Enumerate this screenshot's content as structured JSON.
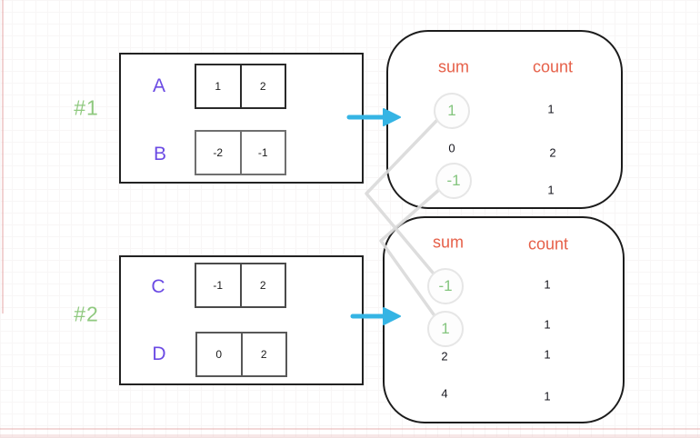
{
  "palette": {
    "purple": "#6b4be4",
    "green_label": "#8fc97f",
    "green_value": "#84c57e",
    "orange_header": "#e66049",
    "cyan_arrow": "#35b4e4",
    "connector_gray": "#d9d9d9"
  },
  "groups": [
    {
      "label": "#1",
      "rows": [
        {
          "label": "A",
          "cells": [
            "1",
            "2"
          ]
        },
        {
          "label": "B",
          "cells": [
            "-2",
            "-1"
          ]
        }
      ]
    },
    {
      "label": "#2",
      "rows": [
        {
          "label": "C",
          "cells": [
            "-1",
            "2"
          ]
        },
        {
          "label": "D",
          "cells": [
            "0",
            "2"
          ]
        }
      ]
    }
  ],
  "tables": [
    {
      "headers": {
        "sum": "sum",
        "count": "count"
      },
      "rows": [
        {
          "sum": "1",
          "count": "1",
          "highlighted": true
        },
        {
          "sum": "0",
          "count": "2",
          "highlighted": false
        },
        {
          "sum": "-1",
          "count": "1",
          "highlighted": true
        }
      ]
    },
    {
      "headers": {
        "sum": "sum",
        "count": "count"
      },
      "rows": [
        {
          "sum": "-1",
          "count": "1",
          "highlighted": true
        },
        {
          "sum": "1",
          "count": "1",
          "highlighted": true
        },
        {
          "sum": "2",
          "count": "1",
          "highlighted": false
        },
        {
          "sum": "4",
          "count": "1",
          "highlighted": false
        }
      ]
    }
  ],
  "connectors": [
    {
      "from": "table-1 sum 1",
      "to": "table-2 sum -1"
    },
    {
      "from": "table-1 sum -1",
      "to": "table-2 sum 1"
    }
  ]
}
